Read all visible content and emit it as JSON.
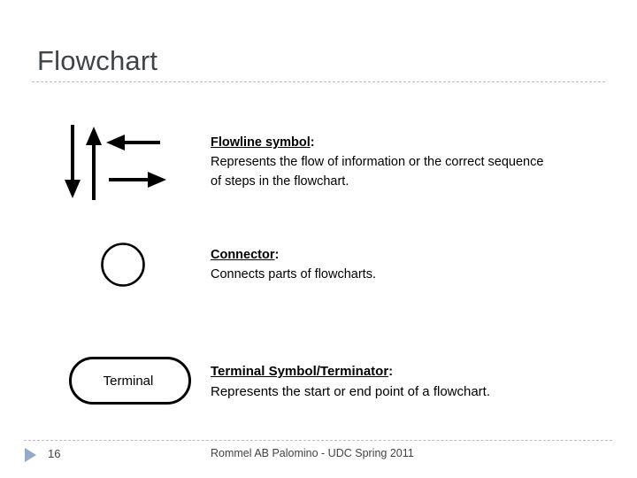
{
  "slide": {
    "title": "Flowchart",
    "page_number": "16",
    "footer_note": "Rommel AB Palomino - UDC Spring 2011",
    "accent_color": "#93a9c4",
    "title_color": "#3f4447",
    "rule_color": "#b9bcc0",
    "ink_color": "#000000",
    "background": "#ffffff"
  },
  "entries": [
    {
      "id": "flowline",
      "term": "Flowline symbol",
      "term_suffix": ":",
      "description": "Represents the flow of information or the correct sequence of steps in the flowchart.",
      "symbol": "arrows"
    },
    {
      "id": "connector",
      "term": "Connector",
      "term_suffix": ":",
      "description": "Connects parts of flowcharts.",
      "symbol": "circle"
    },
    {
      "id": "terminator",
      "term": "Terminal Symbol/Terminator",
      "term_suffix": ":",
      "description": "Represents the start or end point of a flowchart.",
      "symbol": "stadium",
      "symbol_label": "Terminal"
    }
  ]
}
